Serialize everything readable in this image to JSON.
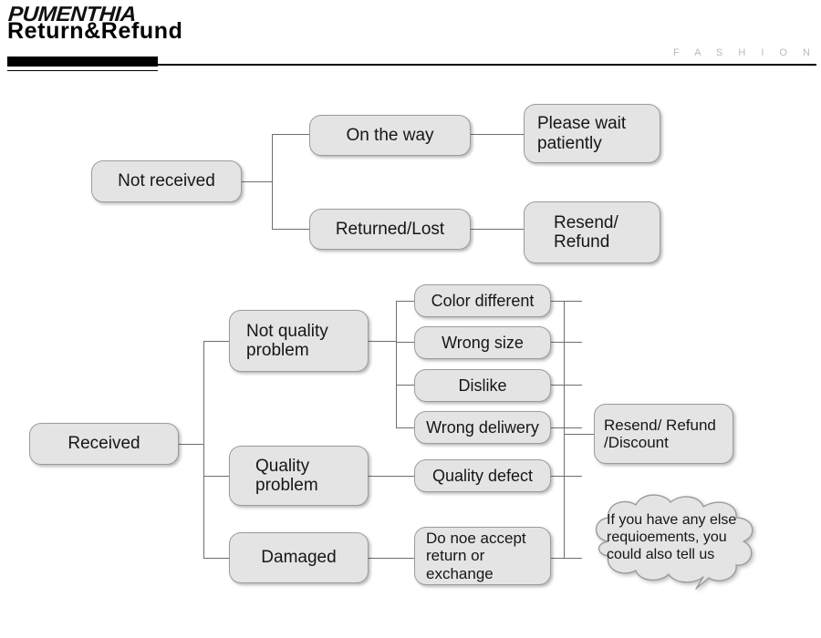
{
  "header": {
    "logo": "PUMENTHIA",
    "title": "Return&Refund",
    "brand_word": "F A S H I O N",
    "accent_color": "#000000",
    "brand_word_color": "#b9b9b9"
  },
  "theme": {
    "node_fill": "#e4e4e4",
    "node_border": "#9c9c9c",
    "connector": "#6e6e6e",
    "text": "#161616",
    "background": "#ffffff"
  },
  "chart_data": {
    "type": "diagram",
    "title": "Return&Refund",
    "diagram_kind": "flowchart-tree",
    "orientation": "left-to-right",
    "trees": [
      {
        "id": "not-received-tree",
        "root": "Not received",
        "branches": [
          {
            "node": "On the way",
            "result": "Please wait patiently"
          },
          {
            "node": "Returned/Lost",
            "result": "Resend/\nRefund"
          }
        ]
      },
      {
        "id": "received-tree",
        "root": "Received",
        "branches": [
          {
            "node": "Not quality\nproblem",
            "children": [
              "Color different",
              "Wrong size",
              "Dislike",
              "Wrong deliwery"
            ]
          },
          {
            "node": "Quality\nproblem",
            "children": [
              "Quality defect"
            ]
          },
          {
            "node": "Damaged",
            "children": [
              "Do noe accept\nreturn or\nexchange"
            ]
          }
        ],
        "merged_result": "Resend/ Refund\n/Discount"
      }
    ],
    "callout": "If you have any else\nrequioements, you\ncould also tell us"
  },
  "nodes": {
    "not_received": "Not received",
    "on_the_way": "On the way",
    "returned_lost": "Returned/Lost",
    "please_wait": "Please wait\npatiently",
    "resend_refund": "Resend/\nRefund",
    "received": "Received",
    "not_quality_problem": "Not quality\nproblem",
    "quality_problem": "Quality\nproblem",
    "damaged": "Damaged",
    "color_different": "Color different",
    "wrong_size": "Wrong size",
    "dislike": "Dislike",
    "wrong_deliwery": "Wrong deliwery",
    "quality_defect": "Quality defect",
    "do_not_accept": "Do noe accept\nreturn or\nexchange",
    "resend_refund_discount": "Resend/ Refund\n/Discount"
  },
  "callout": {
    "text": "If you have any else\nrequioements, you\ncould also tell us"
  }
}
